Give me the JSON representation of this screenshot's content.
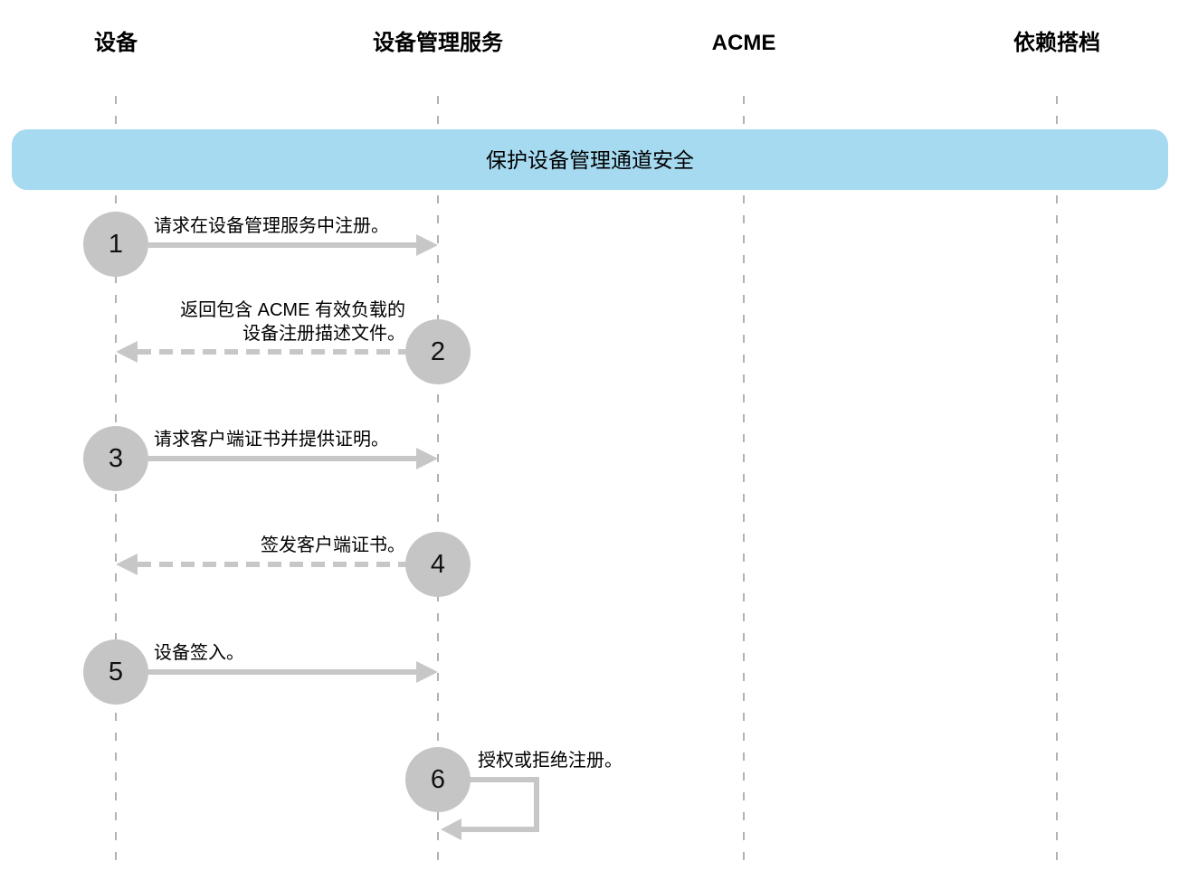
{
  "diagram_title": "保护设备管理通道安全",
  "participants": [
    {
      "label": "设备"
    },
    {
      "label": "设备管理服务"
    },
    {
      "label": "ACME"
    },
    {
      "label": "依赖搭档"
    }
  ],
  "banner": {
    "label": "保护设备管理通道安全"
  },
  "steps": [
    {
      "number": "1",
      "label": "请求在设备管理服务中注册。",
      "from": "设备",
      "to": "设备管理服务",
      "line": "solid",
      "direction": "right"
    },
    {
      "number": "2",
      "label": "返回包含 ACME 有效负载的\n设备注册描述文件。",
      "from": "设备管理服务",
      "to": "设备",
      "line": "dashed",
      "direction": "left"
    },
    {
      "number": "3",
      "label": "请求客户端证书并提供证明。",
      "from": "设备",
      "to": "设备管理服务",
      "line": "solid",
      "direction": "right"
    },
    {
      "number": "4",
      "label": "签发客户端证书。",
      "from": "设备管理服务",
      "to": "设备",
      "line": "dashed",
      "direction": "left"
    },
    {
      "number": "5",
      "label": "设备签入。",
      "from": "设备",
      "to": "设备管理服务",
      "line": "solid",
      "direction": "right"
    },
    {
      "number": "6",
      "label": "授权或拒绝注册。",
      "from": "设备管理服务",
      "to": "设备管理服务",
      "line": "self",
      "direction": "self"
    }
  ],
  "colors": {
    "banner_bg": "#a6daf0",
    "circle_fill": "#c5c5c5",
    "arrow": "#c7c7c7",
    "lifeline": "#b2b2b2",
    "text": "#000000"
  }
}
